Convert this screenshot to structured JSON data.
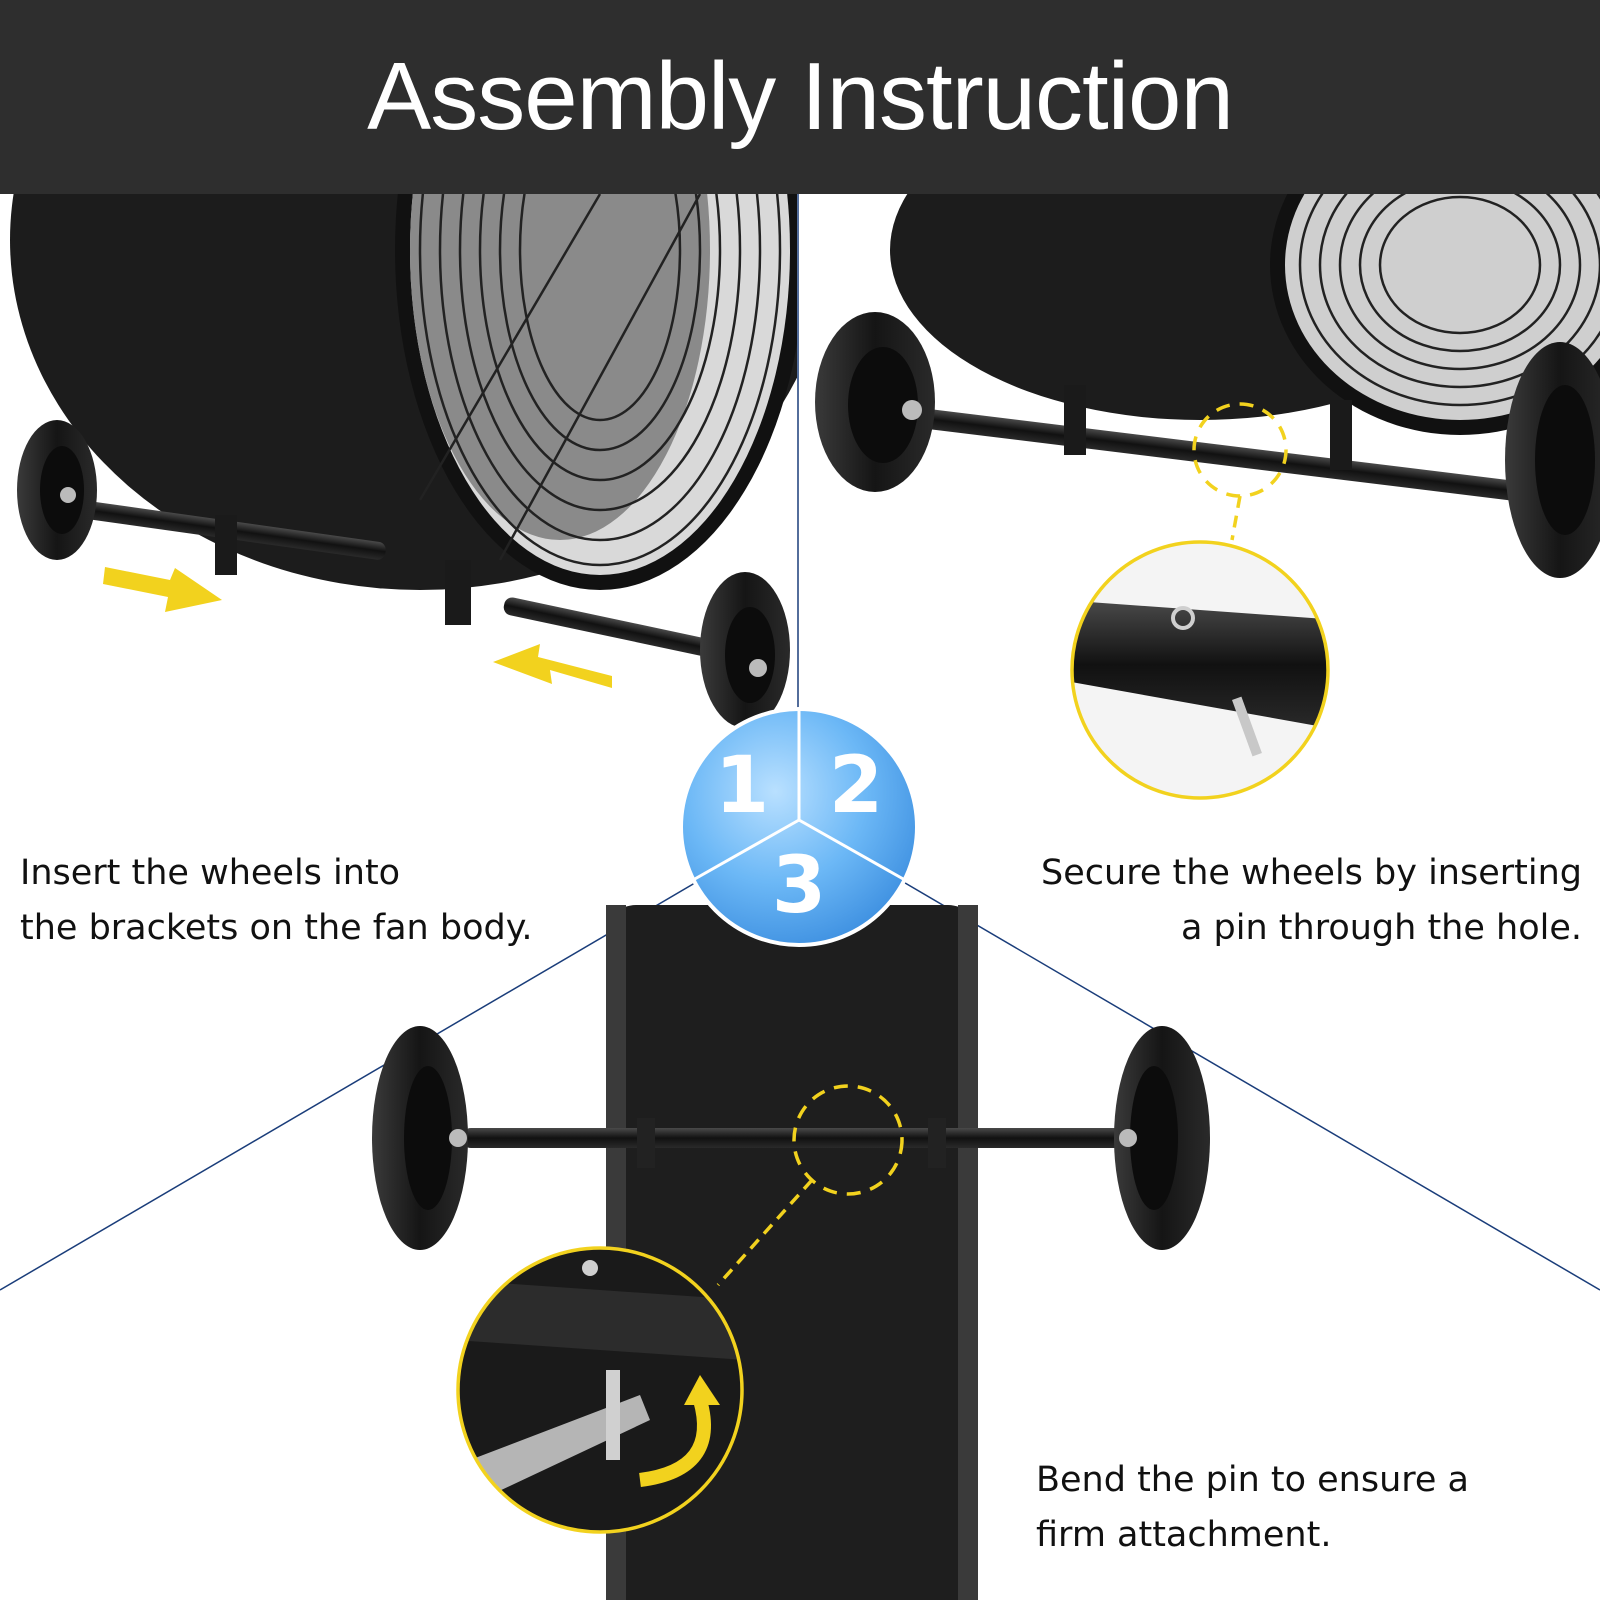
{
  "title": "Assembly Instruction",
  "colors": {
    "header_bg": "#2e2e2e",
    "accent_yellow": "#f2d21e",
    "badge_blue": "#5aaef2",
    "fan_black": "#1c1c1c",
    "divider": "#1a3d7a"
  },
  "steps": [
    {
      "number": "1",
      "lines": [
        "Insert the wheels into",
        "the brackets on the fan body."
      ]
    },
    {
      "number": "2",
      "lines": [
        "Secure the wheels by inserting",
        "a pin through the hole."
      ]
    },
    {
      "number": "3",
      "lines": [
        "Bend the pin to ensure a",
        "firm attachment."
      ]
    }
  ]
}
